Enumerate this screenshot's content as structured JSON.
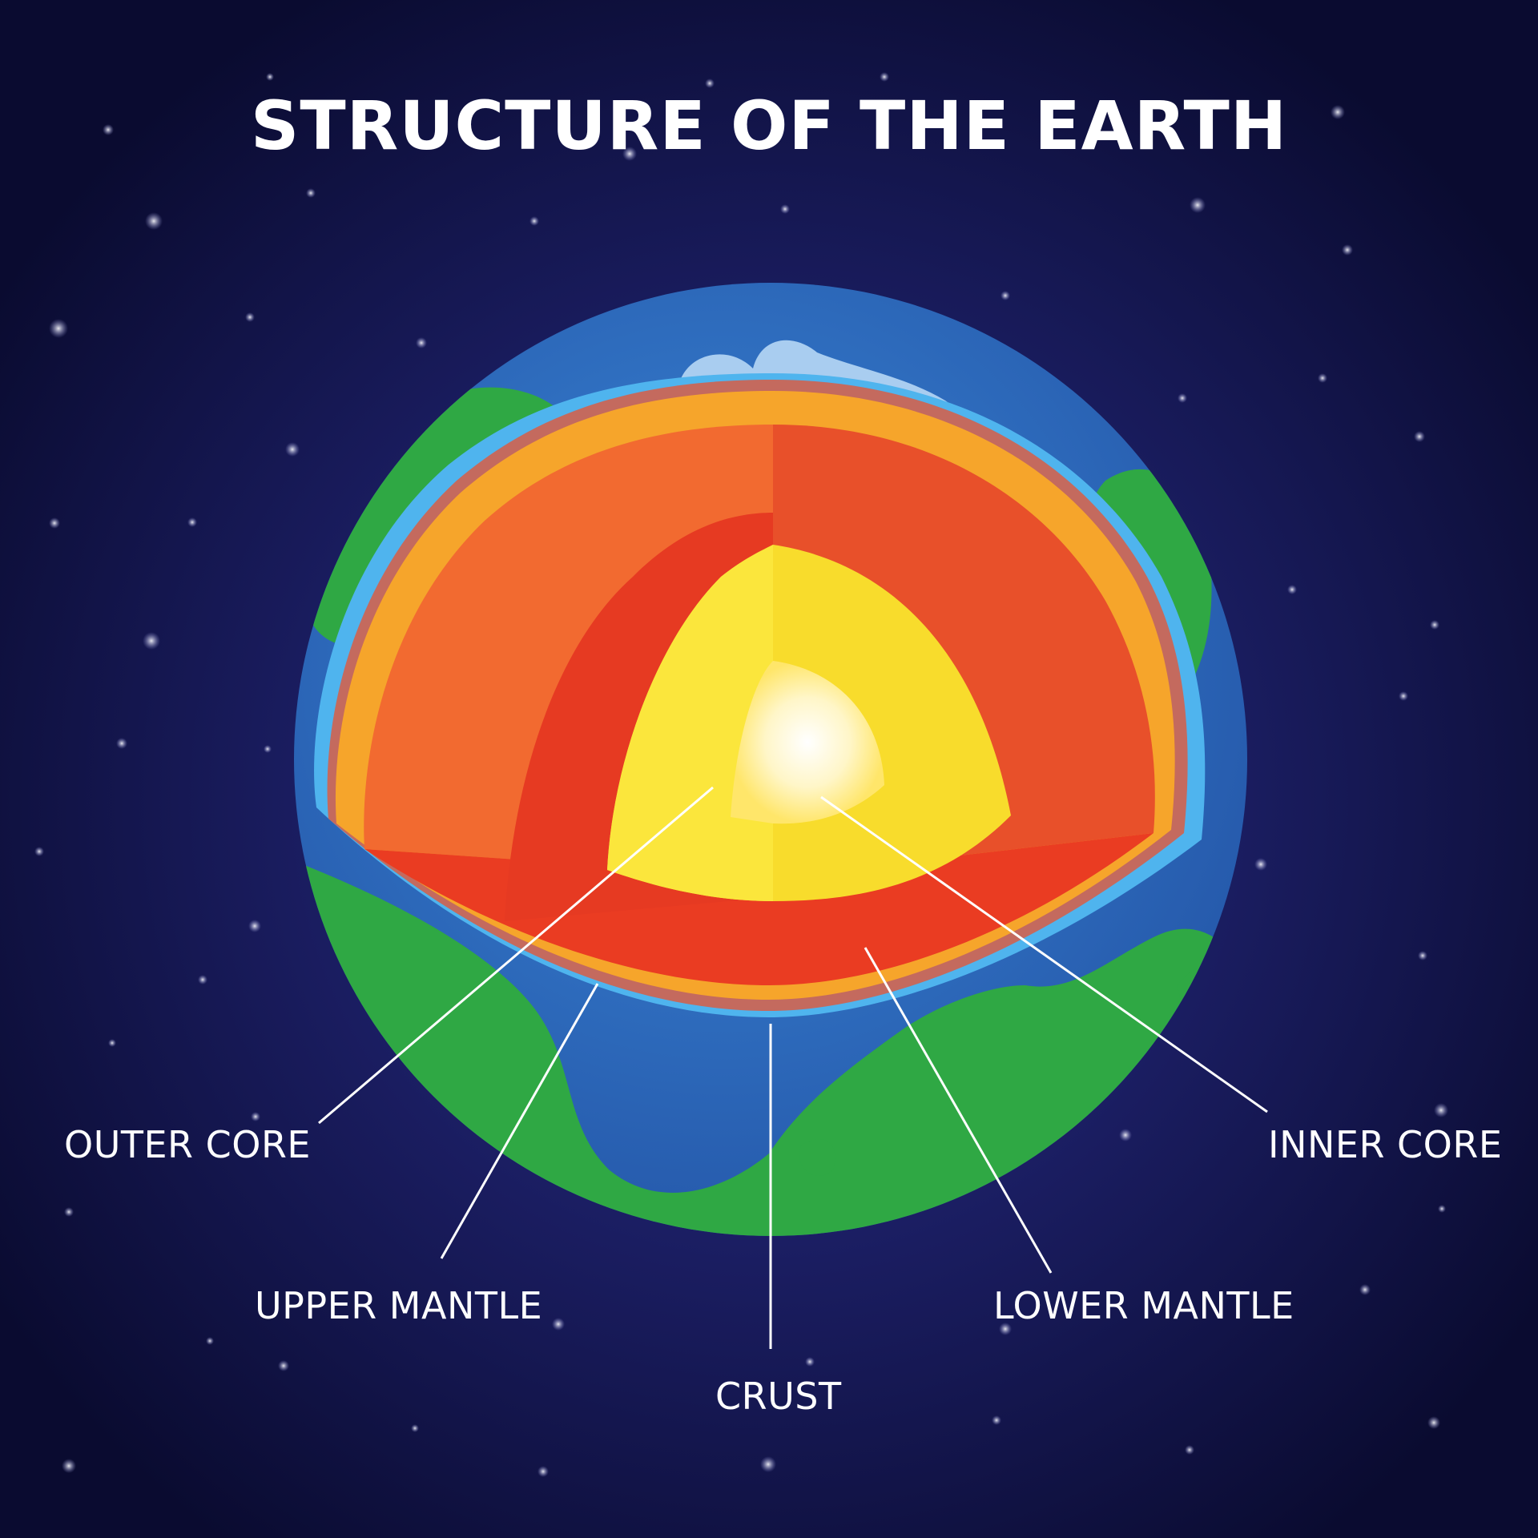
{
  "title": "STRUCTURE OF THE EARTH",
  "labels": {
    "outer_core": "OUTER CORE",
    "upper_mantle": "UPPER MANTLE",
    "crust": "CRUST",
    "lower_mantle": "LOWER MANTLE",
    "inner_core": "INNER CORE"
  },
  "colors": {
    "space": "#0b0c33",
    "ocean": "#2f72c2",
    "land": "#2fa844",
    "crust": "#f6a52b",
    "upper_mantle": "#f0622c",
    "lower_mantle": "#ea3c22",
    "outer_core": "#f8dc2c",
    "inner_core": "#fffbe6"
  }
}
